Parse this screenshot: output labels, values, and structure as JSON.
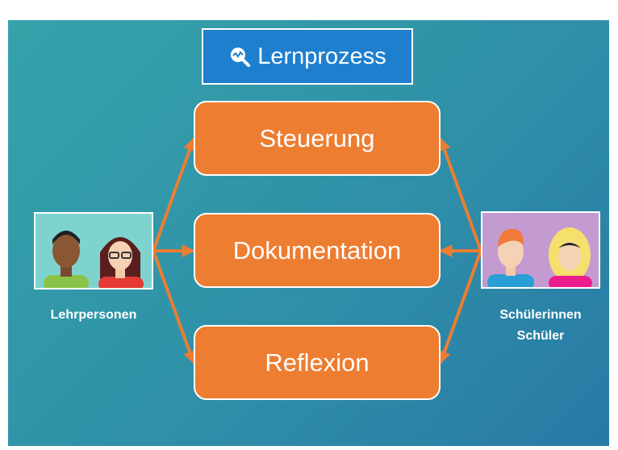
{
  "title": {
    "text": "Lernprozess",
    "icon": "magnifier-chart-icon"
  },
  "nodes": {
    "steuerung": "Steuerung",
    "dokumentation": "Dokumentation",
    "reflexion": "Reflexion"
  },
  "actors": {
    "teachers": {
      "label": "Lehrpersonen",
      "icon": "teachers-avatars"
    },
    "students": {
      "label_line1": "Schülerinnen",
      "label_line2": "Schüler",
      "icon": "students-avatars"
    }
  },
  "colors": {
    "background": "#2f90a8",
    "title_box": "#1e7fcf",
    "node_fill": "#ed7d31",
    "arrow": "#ed7d31",
    "text": "#ffffff"
  }
}
